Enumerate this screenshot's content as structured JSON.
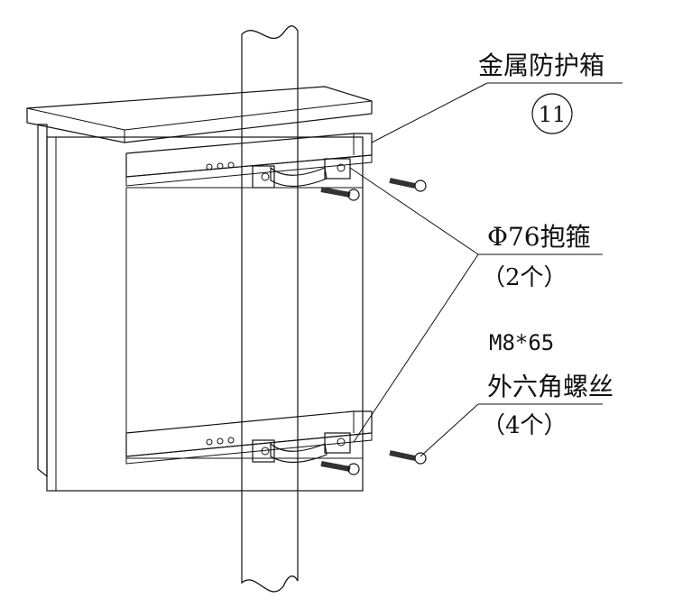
{
  "labels": {
    "box": {
      "name": "金属防护箱",
      "ref": "11"
    },
    "clamp": {
      "name": "Φ76抱箍",
      "qty": "（2个）"
    },
    "bolt": {
      "spec": "M8*65",
      "name": "外六角螺丝",
      "qty": "（4个）"
    }
  },
  "colors": {
    "line": "#111111",
    "box_front": "#efefef",
    "box_side": "#e4e4e4",
    "box_top": "#f3f3f3",
    "rail": "#e2e2e2",
    "pole": "#ffffff",
    "bolt": "#333333"
  }
}
